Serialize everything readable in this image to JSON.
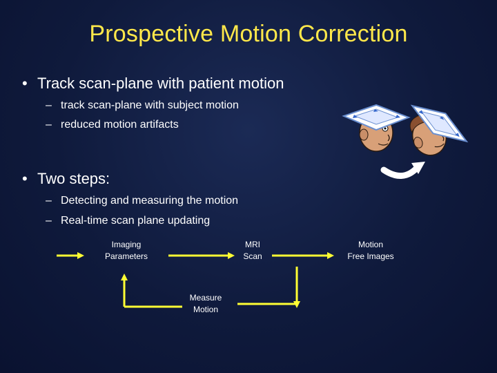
{
  "slide": {
    "title": "Prospective Motion Correction",
    "bullets": [
      {
        "text": "Track scan-plane with patient motion",
        "subs": [
          "track scan-plane with subject motion",
          "reduced motion artifacts"
        ]
      },
      {
        "text": "Two steps:",
        "subs": [
          "Detecting and measuring the motion",
          "Real-time scan plane updating"
        ]
      }
    ],
    "bullet_symbol": "•",
    "sub_symbol": "–"
  },
  "diagram": {
    "imaging_parameters": [
      "Imaging",
      "Parameters"
    ],
    "mri_scan": [
      "MRI",
      "Scan"
    ],
    "motion_free": [
      "Motion",
      "Free Images"
    ],
    "measure_motion": [
      "Measure",
      "Motion"
    ],
    "arrow_color": "#ffff33"
  },
  "colors": {
    "title": "#ffe84a",
    "background": "#0f1a3c",
    "text": "#ffffff"
  }
}
